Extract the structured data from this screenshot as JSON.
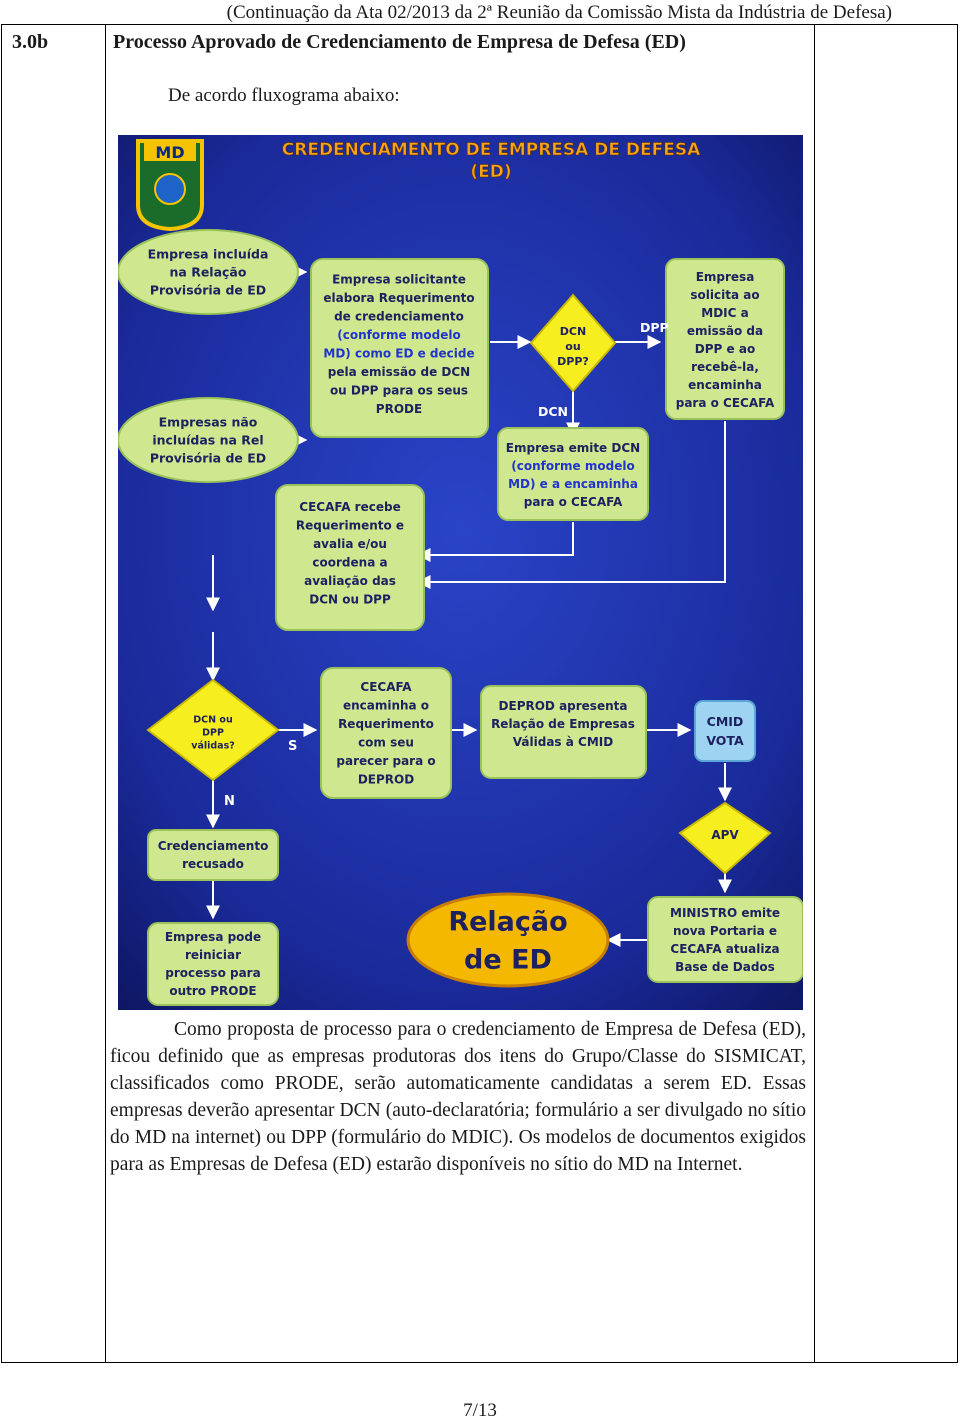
{
  "header": {
    "continuation": "(Continuação da Ata 02/2013 da 2ª Reunião da Comissão Mista da Indústria de Defesa)"
  },
  "item": {
    "number": "3.0b",
    "title": "Processo Aprovado de Credenciamento de Empresa de Defesa (ED)",
    "intro": "De acordo fluxograma abaixo:"
  },
  "flowchart": {
    "logo": "MD",
    "title_line1": "CREDENCIAMENTO DE EMPRESA DE DEFESA",
    "title_line2": "(ED)",
    "nodes": {
      "incl": [
        "Empresa incluída",
        "na Relação",
        "Provisória de ED"
      ],
      "nao": [
        "Empresas não",
        "incluídas na Rel",
        "Provisória de ED"
      ],
      "solic": [
        "Empresa solicitante",
        "elabora Requerimento",
        "de credenciamento",
        "(conforme modelo",
        "MD) como ED e decide",
        "pela emissão de DCN",
        "ou DPP para os seus",
        "PRODE"
      ],
      "d1": [
        "DCN",
        "ou",
        "DPP?"
      ],
      "mdic": [
        "Empresa",
        "solicita ao",
        "MDIC a",
        "emissão da",
        "DPP e ao",
        "recebê-la,",
        "encaminha",
        "para o CECAFA"
      ],
      "emite": [
        "Empresa emite DCN",
        "(conforme modelo",
        "MD) e a encaminha",
        "para o CECAFA"
      ],
      "cecafa": [
        "CECAFA recebe",
        "Requerimento e",
        "avalia e/ou",
        "coordena a",
        "avaliação das",
        "DCN ou DPP"
      ],
      "d2": [
        "DCN ou",
        "DPP",
        "válidas?"
      ],
      "enc": [
        "CECAFA",
        "encaminha o",
        "Requerimento",
        "com seu",
        "parecer para o",
        "DEPROD"
      ],
      "deprod": [
        "DEPROD apresenta",
        "Relação de Empresas",
        "Válidas à CMID"
      ],
      "cmid": [
        "CMID",
        "VOTA"
      ],
      "recus": [
        "Credenciamento",
        "recusado"
      ],
      "apv": [
        "APV"
      ],
      "reinic": [
        "Empresa pode",
        "reiniciar",
        "processo para",
        "outro PRODE"
      ],
      "rel": [
        "Relação",
        "de ED"
      ],
      "min": [
        "MINISTRO emite",
        "nova Portaria e",
        "CECAFA atualiza",
        "Base de Dados"
      ]
    },
    "labels": {
      "dpp": "DPP",
      "dcn": "DCN",
      "s": "S",
      "n": "N"
    }
  },
  "body_paragraph": "Como proposta de processo para o credenciamento de Empresa de Defesa (ED), ficou definido que as empresas produtoras dos itens do Grupo/Classe do SISMICAT, classificados como PRODE, serão automaticamente candidatas a serem ED. Essas empresas deverão apresentar DCN (auto-declaratória; formulário a ser divulgado no sítio do MD na internet) ou DPP (formulário do MDIC). Os modelos de documentos exigidos para as Empresas de Defesa (ED) estarão disponíveis no sítio do MD na Internet.",
  "page_number": "7/13",
  "colors": {
    "background_blue": "#1a2fa0",
    "box_green": "#cfe88f",
    "box_blue": "#9fd3f2",
    "diamond_yellow": "#f7ee20",
    "title_orange": "#f4a31a",
    "text_navy": "#1d2160",
    "text_blue": "#2233cc"
  }
}
